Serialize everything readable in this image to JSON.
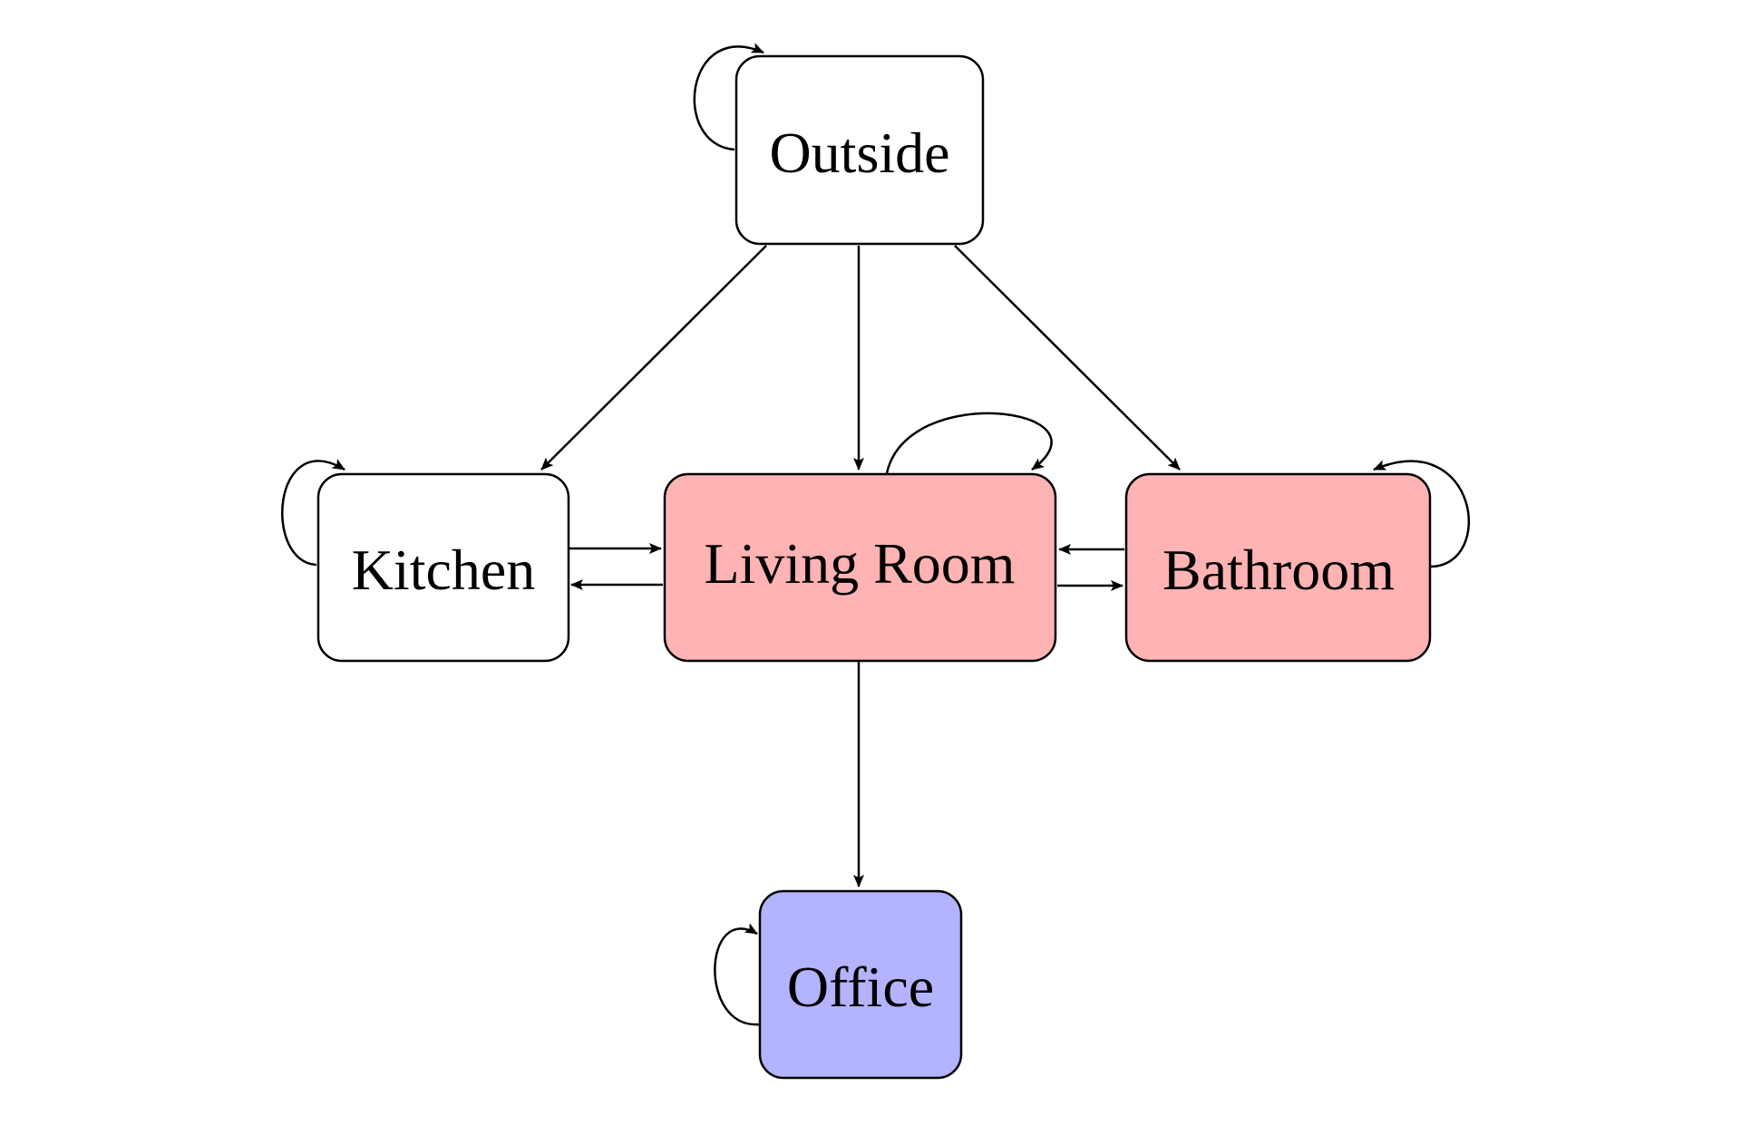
{
  "nodes": [
    {
      "id": "outside",
      "label": "Outside",
      "fill": "#ffffff"
    },
    {
      "id": "kitchen",
      "label": "Kitchen",
      "fill": "#ffffff"
    },
    {
      "id": "living_room",
      "label": "Living Room",
      "fill": "#ffb3b3"
    },
    {
      "id": "bathroom",
      "label": "Bathroom",
      "fill": "#ffb3b3"
    },
    {
      "id": "office",
      "label": "Office",
      "fill": "#b3b3ff"
    }
  ],
  "edges": [
    {
      "from": "outside",
      "to": "outside"
    },
    {
      "from": "outside",
      "to": "kitchen"
    },
    {
      "from": "outside",
      "to": "living_room"
    },
    {
      "from": "outside",
      "to": "bathroom"
    },
    {
      "from": "kitchen",
      "to": "kitchen"
    },
    {
      "from": "kitchen",
      "to": "living_room"
    },
    {
      "from": "living_room",
      "to": "kitchen"
    },
    {
      "from": "living_room",
      "to": "living_room"
    },
    {
      "from": "living_room",
      "to": "bathroom"
    },
    {
      "from": "bathroom",
      "to": "living_room"
    },
    {
      "from": "bathroom",
      "to": "bathroom"
    },
    {
      "from": "living_room",
      "to": "office"
    },
    {
      "from": "office",
      "to": "office"
    }
  ]
}
